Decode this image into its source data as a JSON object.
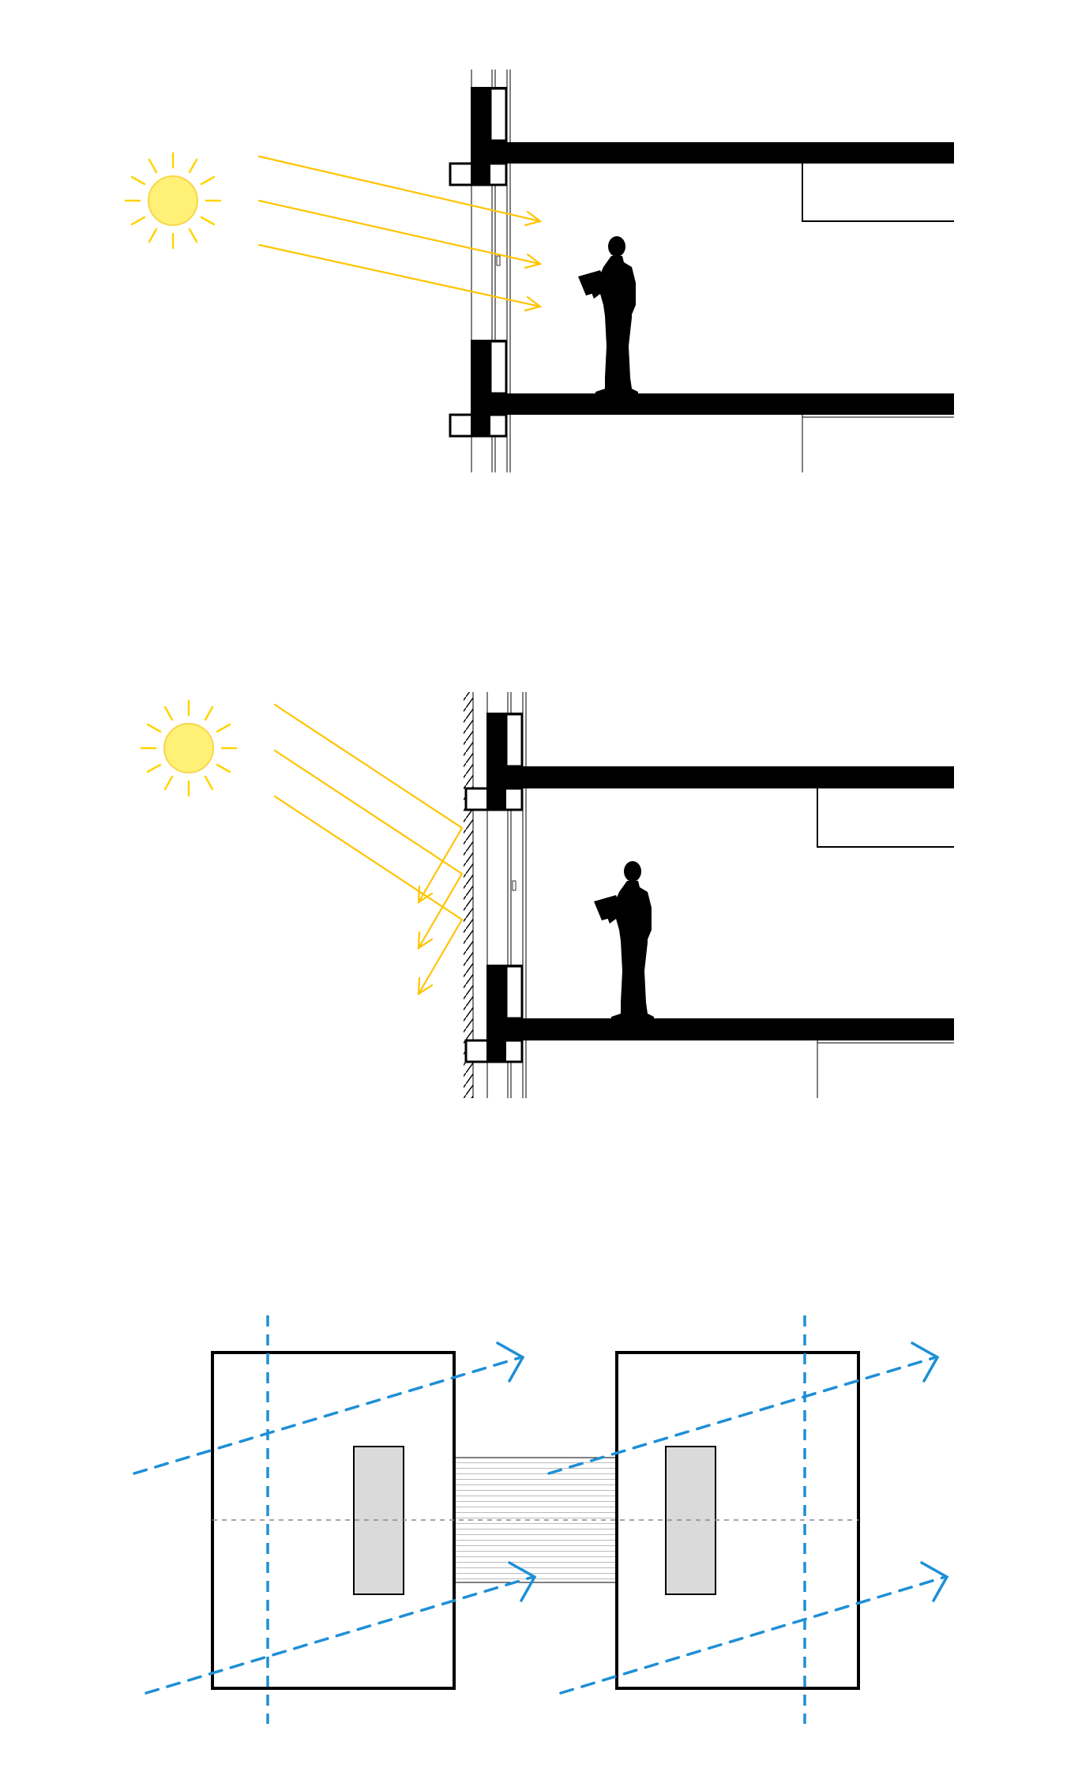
{
  "diagram": {
    "panels": [
      {
        "id": "section-direct-sun",
        "description_visible_text": ""
      },
      {
        "id": "section-shaded-facade",
        "description_visible_text": ""
      },
      {
        "id": "plan-cross-ventilation",
        "description_visible_text": ""
      }
    ]
  },
  "colors": {
    "sun": "#FFF176",
    "sun_stroke": "#F5C400",
    "sun_rays": "#FFD400",
    "structure": "#000000",
    "wind": "#1E8FD6",
    "core_fill": "#DADADA",
    "guide": "#888888",
    "hatch": "#000000"
  },
  "icons": [
    "sun-icon",
    "person-reading-icon",
    "wind-arrow-icon"
  ]
}
